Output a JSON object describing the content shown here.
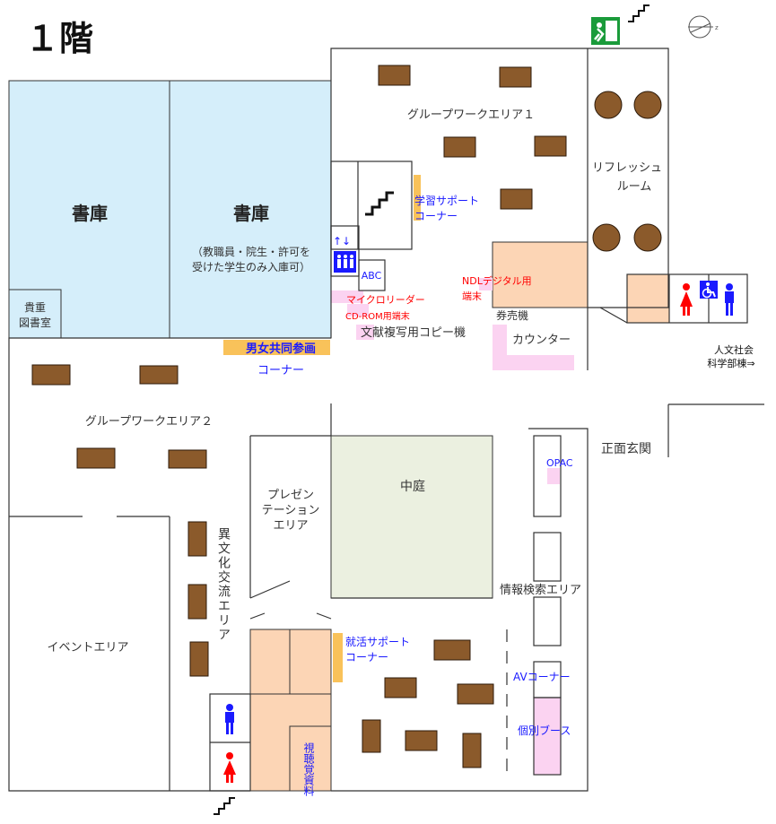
{
  "floor_title": "１階",
  "colors": {
    "stack": "#d5eefa",
    "salmon": "#fcd5b5",
    "courtyard": "#ebf0e0",
    "orange": "#f9c25a",
    "pink": "#fbd3f1",
    "table": "#8b5a2b",
    "blue_text": "#1a1aff",
    "red_text": "#ff0000",
    "exit_green": "#1a9b3a"
  },
  "icons": [
    "exit-icon",
    "stairs-icon",
    "compass-icon",
    "elevator-icon",
    "female-restroom-icon",
    "male-restroom-icon",
    "wheelchair-icon"
  ],
  "labels": {
    "stack_1": "書庫",
    "stack_2": "書庫",
    "stack_2_note_1": "（教職員・院生・許可を",
    "stack_2_note_2": "受けた学生のみ入庫可）",
    "rare_1": "貴重",
    "rare_2": "図書室",
    "gender_1": "男女共同参画",
    "gender_2": "コーナー",
    "gw1": "グループワークエリア１",
    "gw2": "グループワークエリア２",
    "refresh_1": "リフレッシュ",
    "refresh_2": "ルーム",
    "study_1": "学習サポート",
    "study_2": "コーナー",
    "abc": "ABC",
    "ndl_1": "NDLデジタル用",
    "ndl_2": "端末",
    "micro": "マイクロリーダー",
    "cdrom": "CD-ROM用端末",
    "ticket": "券売機",
    "copy": "文献複写用コピー機",
    "counter": "カウンター",
    "jinbun_1": "人文社会",
    "jinbun_2": "科学部棟⇒",
    "entrance": "正面玄関",
    "opac": "OPAC",
    "courtyard": "中庭",
    "presen_1": "プレゼン",
    "presen_2": "テーション",
    "presen_3": "エリア",
    "ibunka": "異文化交流エリア",
    "event": "イベントエリア",
    "info": "情報検索エリア",
    "job_1": "就活サポート",
    "job_2": "コーナー",
    "av": "AVコーナー",
    "booth": "個別ブース",
    "av_mat": "視聴覚資料"
  }
}
